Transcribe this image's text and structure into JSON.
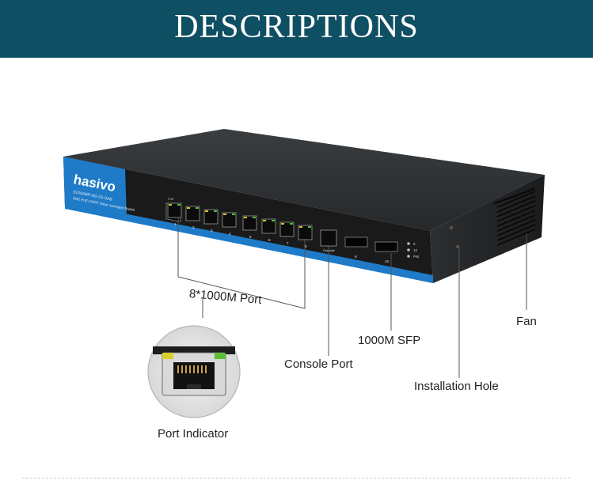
{
  "banner": {
    "title": "DESCRIPTIONS"
  },
  "device": {
    "brand": "hasivo",
    "model_line1": "S1000WP-8G-2S-SAB",
    "model_line2": "8GE PoE+2SFP 2xbar managed Switch",
    "poe_label": "PoE",
    "port_numbers": [
      "1",
      "2",
      "3",
      "4",
      "5",
      "6",
      "7",
      "8"
    ],
    "console_label": "Console",
    "sfp_numbers": [
      "9",
      "10"
    ],
    "led_labels": [
      "9",
      "10",
      "PW"
    ]
  },
  "callouts": {
    "ports": "8*1000M Port",
    "sfp": "1000M SFP",
    "console": "Console Port",
    "fan": "Fan",
    "hole": "Installation Hole",
    "indicator": "Port Indicator"
  },
  "colors": {
    "banner": "#0f4f63",
    "accent_blue": "#1f7bc8"
  }
}
